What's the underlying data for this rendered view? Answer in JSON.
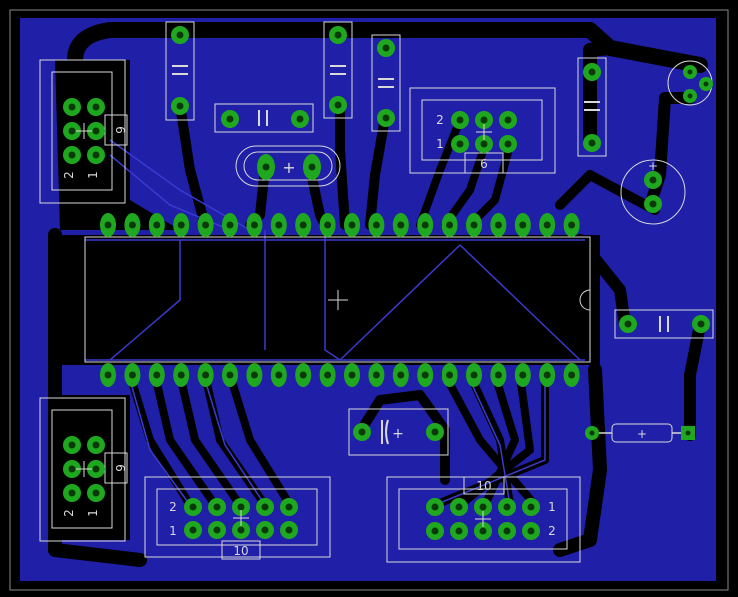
{
  "title": "",
  "colors": {
    "background": "#000000",
    "copper_pour": "#1f1fa8",
    "trace": "#000000",
    "trace_edge": "#3a3ad0",
    "pad": "#1fa81f",
    "pad_hole": "#0a3a0a",
    "silkscreen": "#d8d8d8"
  },
  "connectors": {
    "header_left_top": {
      "pin_label_a": "2",
      "pin_label_b": "1",
      "count": "6"
    },
    "header_left_bottom": {
      "pin_label_a": "2",
      "pin_label_b": "1",
      "count": "6"
    },
    "header_top_mid": {
      "pin_label_a": "2",
      "pin_label_b": "1",
      "count": "6"
    },
    "header_bottom_left": {
      "pin_label_a": "2",
      "pin_label_b": "1",
      "count": "10"
    },
    "header_bottom_right": {
      "pin_label_a": "1",
      "pin_label_b": "2",
      "count": "10"
    }
  },
  "components": {
    "ic": {
      "pins_per_side": 20
    },
    "crystal": {
      "marker": "+"
    },
    "electrolytic_cap": {
      "marker": "+"
    },
    "resistor": {
      "marker": "+"
    }
  }
}
